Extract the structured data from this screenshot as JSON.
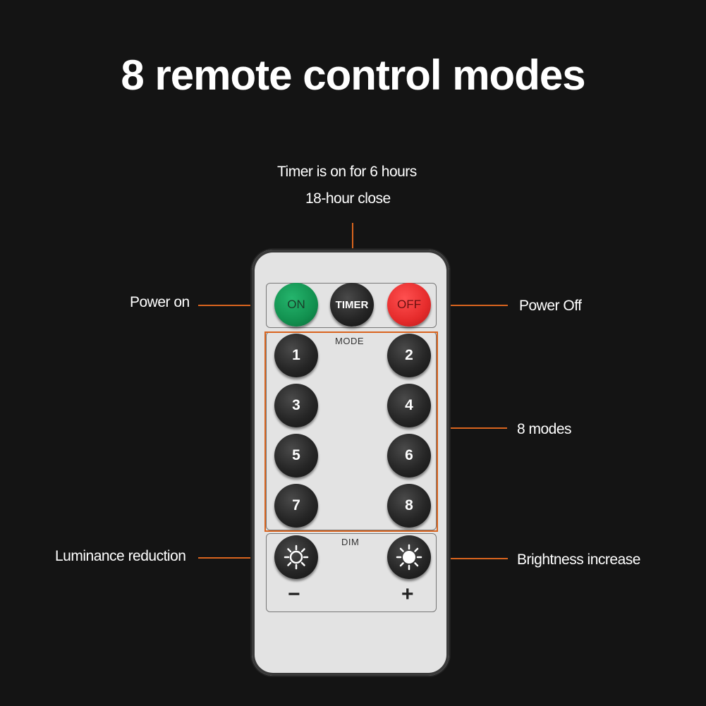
{
  "title": "8 remote control modes",
  "callouts": {
    "timer_line1": "Timer is on for 6 hours",
    "timer_line2": "18-hour close",
    "power_on": "Power on",
    "power_off": "Power Off",
    "modes": "8 modes",
    "luminance": "Luminance reduction",
    "brightness": "Brightness increase"
  },
  "remote": {
    "on": "ON",
    "timer": "TIMER",
    "off": "OFF",
    "mode_label": "MODE",
    "dim_label": "DIM",
    "modes": [
      "1",
      "2",
      "3",
      "4",
      "5",
      "6",
      "7",
      "8"
    ],
    "minus": "−",
    "plus": "+"
  },
  "colors": {
    "accent_line": "#d9641e",
    "on_button": "#12904f",
    "off_button": "#e52b2b"
  },
  "icons": {
    "dim_down": "sun-outline-icon",
    "dim_up": "sun-filled-icon"
  }
}
